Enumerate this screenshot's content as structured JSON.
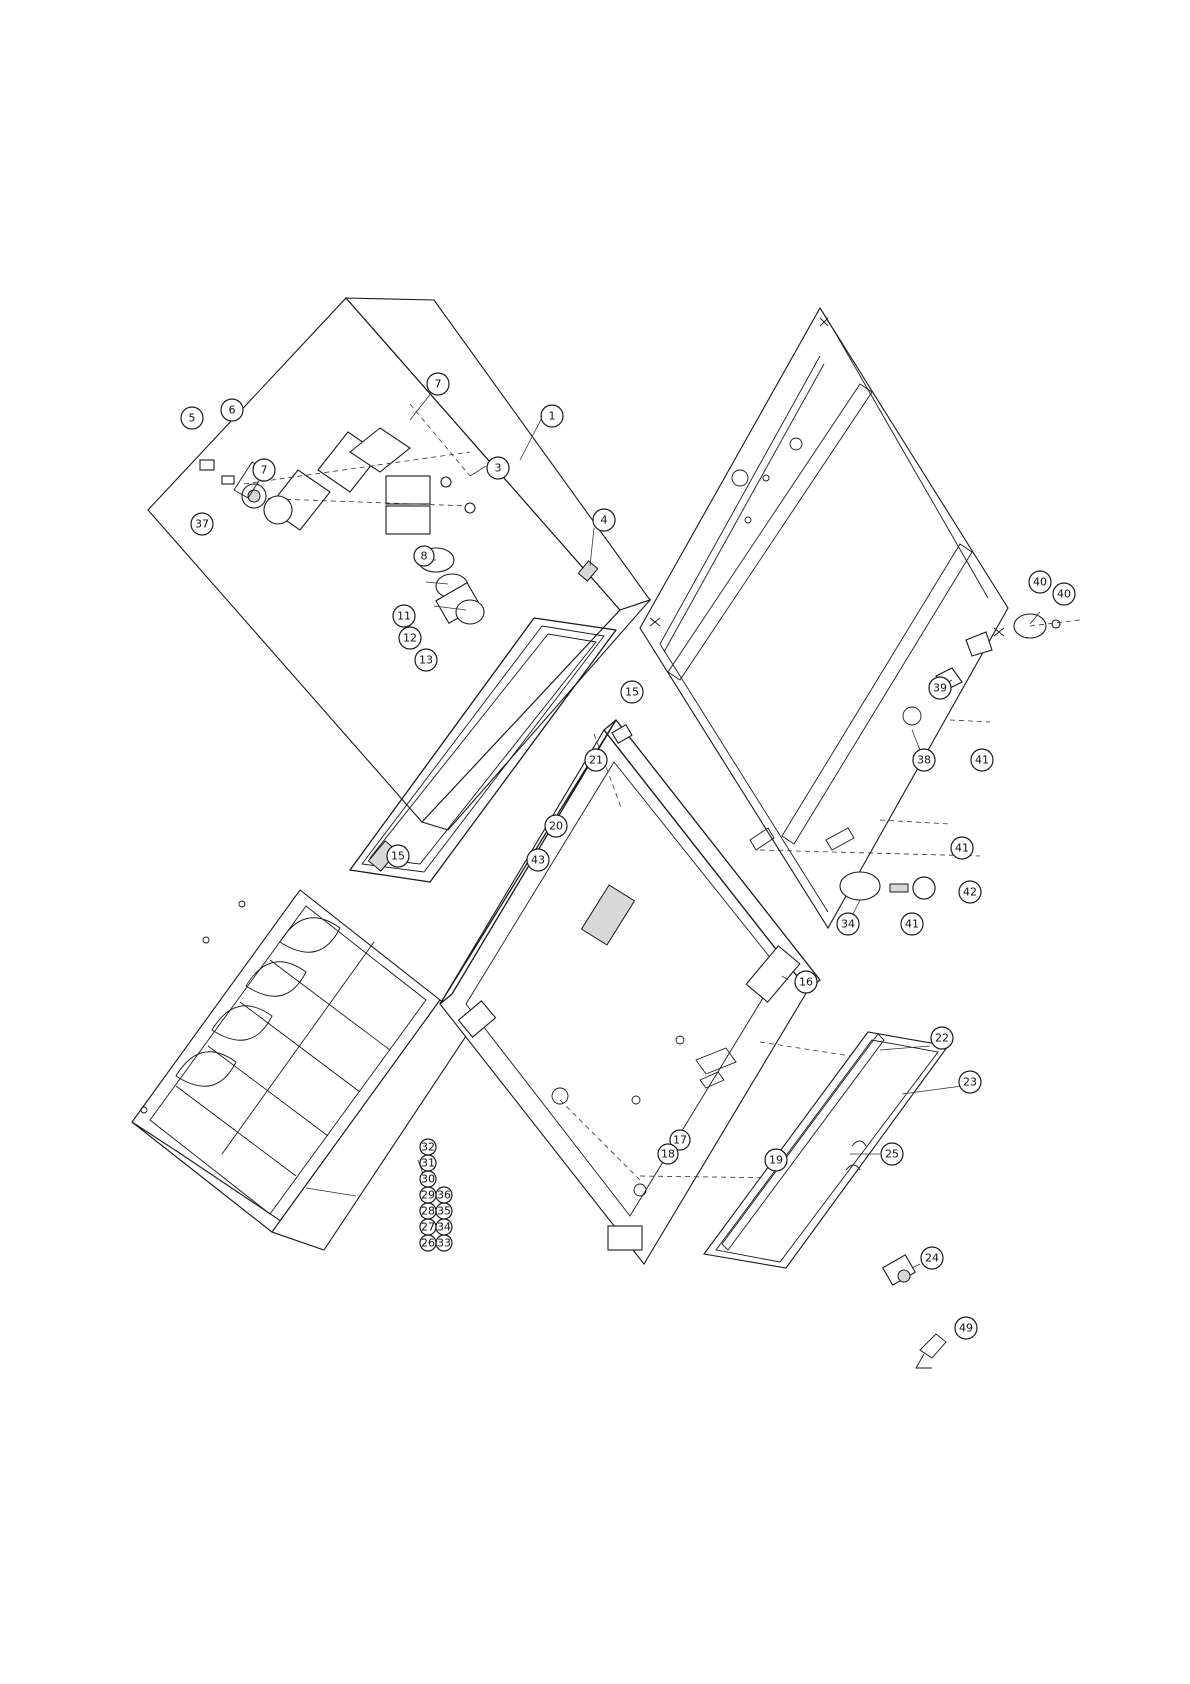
{
  "diagram": {
    "callouts": [
      {
        "id": "c1",
        "label": "1"
      },
      {
        "id": "c3",
        "label": "3"
      },
      {
        "id": "c4",
        "label": "4"
      },
      {
        "id": "c5",
        "label": "5"
      },
      {
        "id": "c6",
        "label": "6"
      },
      {
        "id": "c7a",
        "label": "7"
      },
      {
        "id": "c7b",
        "label": "7"
      },
      {
        "id": "c8",
        "label": "8"
      },
      {
        "id": "c11",
        "label": "11"
      },
      {
        "id": "c12",
        "label": "12"
      },
      {
        "id": "c13",
        "label": "13"
      },
      {
        "id": "c15a",
        "label": "15"
      },
      {
        "id": "c15b",
        "label": "15"
      },
      {
        "id": "c16",
        "label": "16"
      },
      {
        "id": "c17",
        "label": "17"
      },
      {
        "id": "c18",
        "label": "18"
      },
      {
        "id": "c19",
        "label": "19"
      },
      {
        "id": "c20",
        "label": "20"
      },
      {
        "id": "c21",
        "label": "21"
      },
      {
        "id": "c22",
        "label": "22"
      },
      {
        "id": "c23",
        "label": "23"
      },
      {
        "id": "c24",
        "label": "24"
      },
      {
        "id": "c25",
        "label": "25"
      },
      {
        "id": "c26",
        "label": "26"
      },
      {
        "id": "c27",
        "label": "27"
      },
      {
        "id": "c28",
        "label": "28"
      },
      {
        "id": "c29",
        "label": "29"
      },
      {
        "id": "c30",
        "label": "30"
      },
      {
        "id": "c31",
        "label": "31"
      },
      {
        "id": "c32",
        "label": "32"
      },
      {
        "id": "c33",
        "label": "33"
      },
      {
        "id": "c34a",
        "label": "34"
      },
      {
        "id": "c34b",
        "label": "34"
      },
      {
        "id": "c35",
        "label": "35"
      },
      {
        "id": "c36",
        "label": "36"
      },
      {
        "id": "c37",
        "label": "37"
      },
      {
        "id": "c38",
        "label": "38"
      },
      {
        "id": "c39",
        "label": "39"
      },
      {
        "id": "c40a",
        "label": "40"
      },
      {
        "id": "c40b",
        "label": "40"
      },
      {
        "id": "c41a",
        "label": "41"
      },
      {
        "id": "c41b",
        "label": "41"
      },
      {
        "id": "c41c",
        "label": "41"
      },
      {
        "id": "c42",
        "label": "42"
      },
      {
        "id": "c43",
        "label": "43"
      },
      {
        "id": "c49",
        "label": "49"
      }
    ]
  }
}
